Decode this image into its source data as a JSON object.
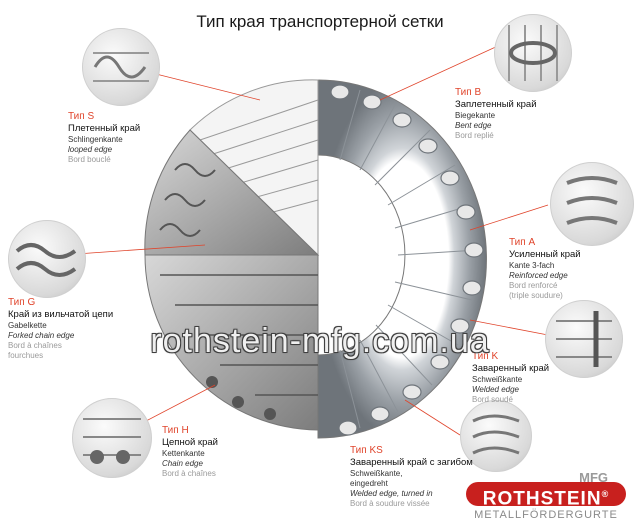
{
  "title": "Тип края транспортерной сетки",
  "watermark": "rothstein-mfg.com.ua",
  "logo": {
    "top": "MFG",
    "name": "ROTHSTEIN",
    "registered": "®",
    "sub": "METALLFÖRDERGURTE"
  },
  "colors": {
    "accent": "#e0442b",
    "brand": "#c8201e"
  },
  "edges": {
    "S": {
      "type": "Тип S",
      "ru": "Плетенный край",
      "de": "Schlingenkante",
      "en": "looped edge",
      "fr": "Bord bouclé"
    },
    "G": {
      "type": "Тип G",
      "ru": "Край из вильчатой цепи",
      "de": "Gabelkette",
      "en": "Forked chain edge",
      "fr": "Bord à chaînes",
      "fr2": "fourchues"
    },
    "H": {
      "type": "Тип H",
      "ru": "Цепной край",
      "de": "Kettenkante",
      "en": "Chain edge",
      "fr": "Bord à chaînes"
    },
    "B": {
      "type": "Тип B",
      "ru": "Заплетенный край",
      "de": "Biegekante",
      "en": "Bent edge",
      "fr": "Bord replié"
    },
    "A": {
      "type": "Тип A",
      "ru": "Усиленный край",
      "de": "Kante 3-fach",
      "en": "Reinforced edge",
      "fr": "Bord renforcé",
      "fr2": "(triple soudure)"
    },
    "K": {
      "type": "Тип K",
      "ru": "Заваренный край",
      "de": "Schweißkante",
      "en": "Welded edge",
      "fr": "Bord soudé"
    },
    "KS": {
      "type": "Тип KS",
      "ru": "Заваренный край с загибом",
      "de": "Schweißkante,",
      "de2": "eingedreht",
      "en": "Welded edge, turned in",
      "fr": "Bord à soudure vissée"
    }
  }
}
